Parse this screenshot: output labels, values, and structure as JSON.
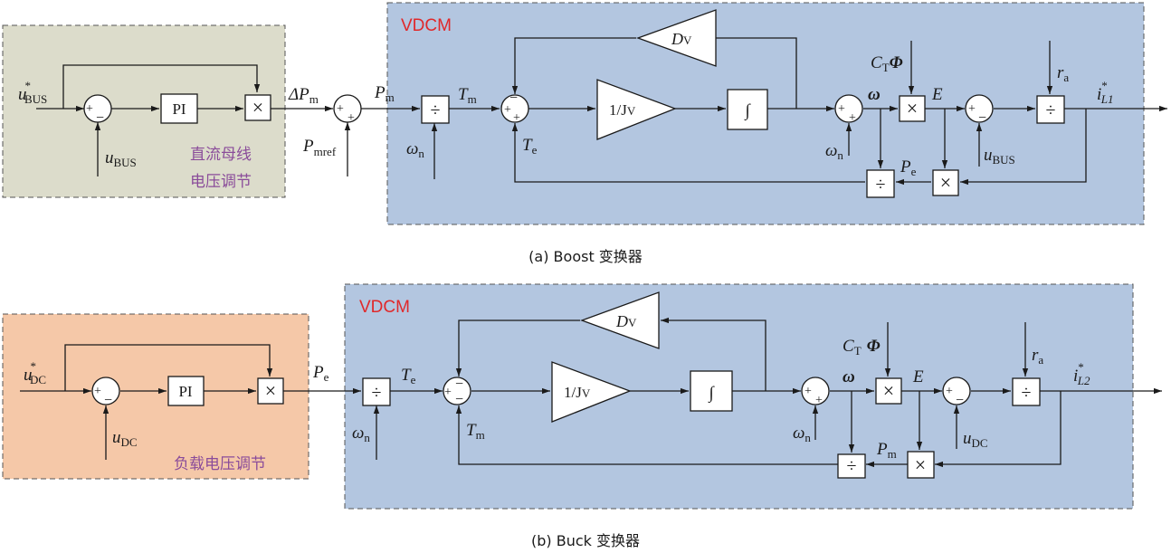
{
  "diagram_a": {
    "caption": "(a) Boost 变换器",
    "box_title": "VDCM",
    "outer_note_line1": "直流母线",
    "outer_note_line2": "电压调节",
    "labels": {
      "u_ref": "u",
      "u_ref_sup": "*",
      "u_ref_sub": "BUS",
      "u_fb": "u",
      "u_fb_sub": "BUS",
      "dP": "ΔP",
      "dP_sub": "m",
      "P_mref": "P",
      "P_mref_sub": "mref",
      "Pm": "P",
      "Pm_sub": "m",
      "omega_n1": "ω",
      "omega_n1_sub": "n",
      "Tm": "T",
      "Tm_sub": "m",
      "Te": "T",
      "Te_sub": "e",
      "gain": "1/J",
      "gain_sub": "V",
      "damp": "D",
      "damp_sub": "V",
      "integ": "∫",
      "pi": "PI",
      "omega": "ω",
      "omega_n2": "ω",
      "omega_n2_sub": "n",
      "CT": "C",
      "CT_sub": "T",
      "CT_phi": "Φ",
      "E": "E",
      "Pe": "P",
      "Pe_sub": "e",
      "u2": "u",
      "u2_sub": "BUS",
      "ra": "r",
      "ra_sub": "a",
      "iout": "i",
      "iout_sup": "*",
      "iout_sub": "L1",
      "mul": "×",
      "div": "÷",
      "plus": "+",
      "minus": "−"
    }
  },
  "diagram_b": {
    "caption": "(b) Buck 变换器",
    "box_title": "VDCM",
    "outer_note": "负载电压调节",
    "labels": {
      "u_ref": "u",
      "u_ref_sup": "*",
      "u_ref_sub": "DC",
      "u_fb": "u",
      "u_fb_sub": "DC",
      "Pe": "P",
      "Pe_sub": "e",
      "omega_n1": "ω",
      "omega_n1_sub": "n",
      "Te": "T",
      "Te_sub": "e",
      "Tm": "T",
      "Tm_sub": "m",
      "gain": "1/J",
      "gain_sub": "V",
      "damp": "D",
      "damp_sub": "V",
      "integ": "∫",
      "pi": "PI",
      "omega": "ω",
      "omega_n2": "ω",
      "omega_n2_sub": "n",
      "CT": "C",
      "CT_sub": "T",
      "CT_phi": "Φ",
      "E": "E",
      "Pm": "P",
      "Pm_sub": "m",
      "u2": "u",
      "u2_sub": "DC",
      "ra": "r",
      "ra_sub": "a",
      "iout": "i",
      "iout_sup": "*",
      "iout_sub": "L2",
      "mul": "×",
      "div": "÷",
      "plus": "+",
      "minus": "−"
    }
  },
  "colors": {
    "vdcm_fill": "#b3c6e0",
    "outer_a_fill": "#dcdccb",
    "outer_b_fill": "#f5c8a8",
    "title_red": "#e0282a",
    "note_purple": "#8a4c9a",
    "line": "#1a1a1a"
  }
}
